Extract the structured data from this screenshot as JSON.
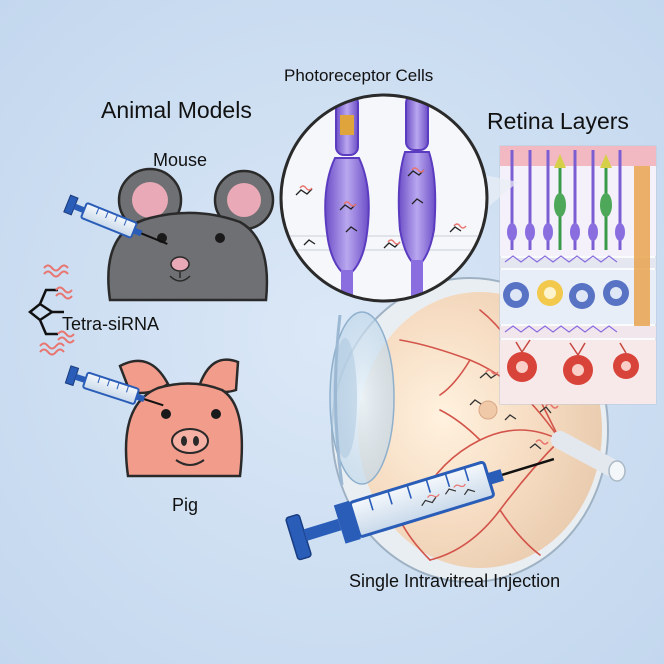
{
  "labels": {
    "animal_models": "Animal Models",
    "mouse": "Mouse",
    "tetra_sirna": "Tetra-siRNA",
    "pig": "Pig",
    "photoreceptor_cells": "Photoreceptor Cells",
    "retina_layers": "Retina Layers",
    "injection": "Single Intravitreal Injection"
  },
  "colors": {
    "background": "#cfe0f3",
    "mouse_body": "#6f7073",
    "pig_body": "#f29c8c",
    "sirna_strand": "#e8756f",
    "sirna_linker": "#111111",
    "photoreceptor": "#8b6fd6",
    "syringe_plunger": "#2a5db8",
    "eye_sclera": "#e9eef3"
  },
  "icons": [
    "syringe-icon",
    "mouse-icon",
    "pig-icon",
    "tetra-sirna-icon",
    "eye-icon",
    "photoreceptor-cells-icon",
    "retina-layers-icon"
  ]
}
